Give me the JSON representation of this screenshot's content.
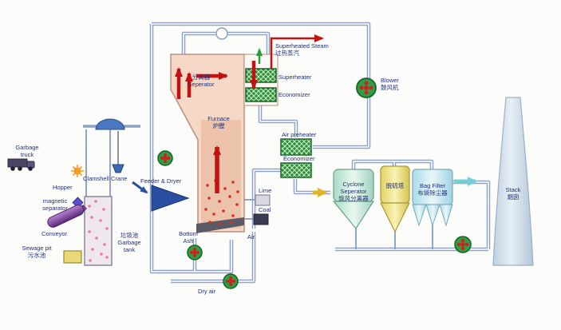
{
  "labels": {
    "garbage_truck": "Garbage\ntruck",
    "hopper": "Hopper",
    "magnetic_separator": "magnetic\nseparator",
    "conveyor": "Conveyor",
    "sewage_pit": "Sewage pit\n污水池",
    "garbage_tank": "垃圾池\nGarbage\ntank",
    "clamshell_crane": "Clamshell Crane",
    "feeder_dryer": "Feeder & Dryer",
    "separator": "分离器\nSeperator",
    "furnace": "Furnace\n炉膛",
    "superheated_steam": "Superheated Steam\n过热蒸汽",
    "superheater": "Superheater",
    "economizer_upper": "Economizer",
    "air_preheater": "Air preheater",
    "economizer_lower": "Economizer",
    "lime": "Lime",
    "coal": "Coal",
    "bottom_ash": "Bottom\nAsh",
    "air": "Air",
    "dry_air": "Dry air",
    "cyclone_separator": "Cyclone\nSeperator\n旋风分离器",
    "desulfurization_tower": "脱硫塔",
    "bag_filter": "Bag Filter\n布袋除尘器",
    "blower": "Blower\n鼓风机",
    "stack": "Stack\n烟囱"
  },
  "colors": {
    "pipe": "#8fa2c2",
    "furnace_fill": "#f5d8c6",
    "furnace_core": "#eec3ab",
    "heat_exchanger_green": "#2f8f3a",
    "flame_red": "#c41212",
    "cyclone_fill": "#cfe9dc",
    "tower_fill": "#f2e388",
    "bag_filter_fill": "#cde9ef",
    "stack_fill": "#ccdcea",
    "fan_green": "#2f9e44",
    "fan_red": "#d02020",
    "label_text": "#23307c"
  }
}
